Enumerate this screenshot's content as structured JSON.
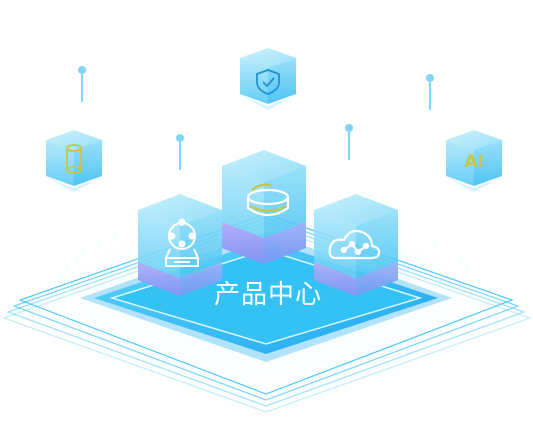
{
  "platform": {
    "title": "产品中心"
  },
  "floating_cubes": [
    {
      "id": "security",
      "icon": "shield-check-icon"
    },
    {
      "id": "storage",
      "icon": "cylinder-icon"
    },
    {
      "id": "ai",
      "icon": "ai-icon",
      "label": "AI"
    }
  ],
  "platform_cubes": [
    {
      "id": "center",
      "icon": "database-disk-icon"
    },
    {
      "id": "left",
      "icon": "robot-icon"
    },
    {
      "id": "right",
      "icon": "cloud-network-icon"
    }
  ],
  "colors": {
    "cyan": "#2fc4f2",
    "cube_face": "#8fdcf7",
    "purple": "#9a86f4",
    "accent_green": "#c6c64a"
  }
}
